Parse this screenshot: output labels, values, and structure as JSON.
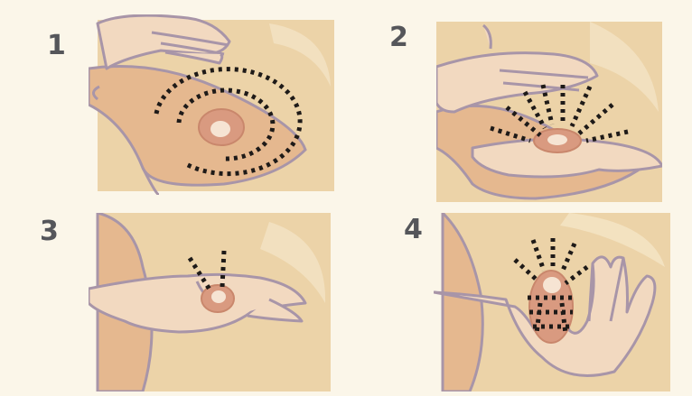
{
  "steps": [
    {
      "number": "1",
      "motion": "circular"
    },
    {
      "number": "2",
      "motion": "radial"
    },
    {
      "number": "3",
      "motion": "vertical"
    },
    {
      "number": "4",
      "motion": "radial-squeeze"
    }
  ],
  "colors": {
    "background": "#fbf6e9",
    "panel": "#ecd3a8",
    "skin": "#e5b88f",
    "skin_dark": "#d9a47a",
    "outline": "#a895a8",
    "areola": "#d99a80",
    "nipple": "#f6e4d3",
    "dots": "#1e1a18",
    "number": "#55565a"
  }
}
